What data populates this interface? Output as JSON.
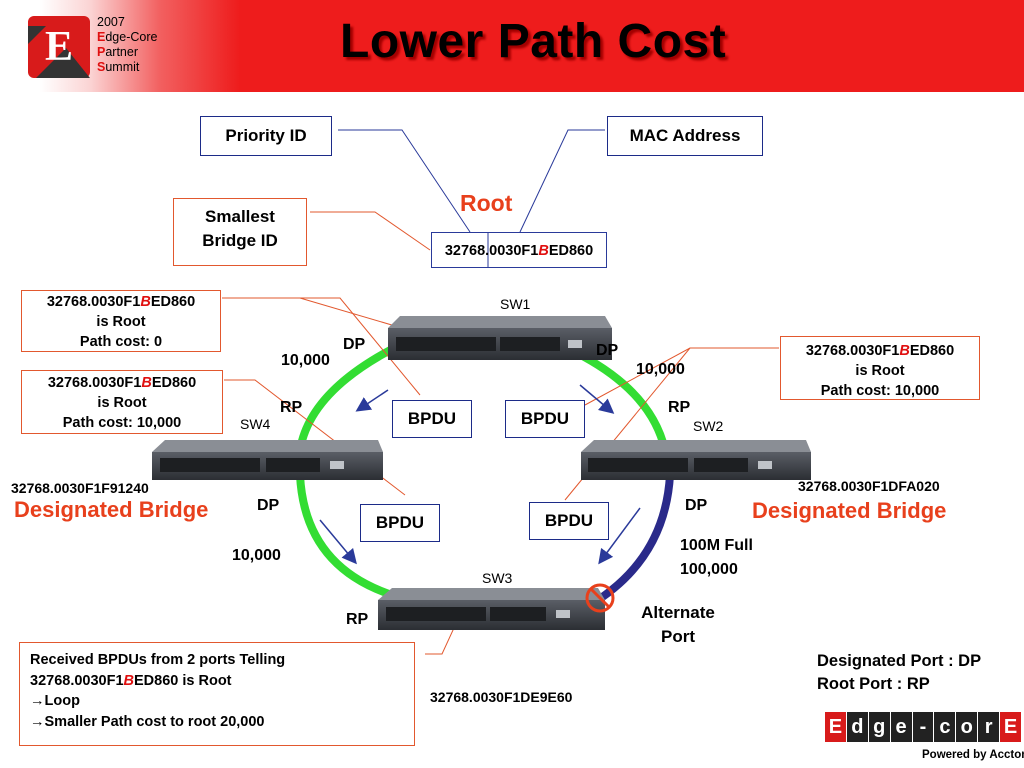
{
  "header": {
    "logo_letter": "E",
    "event_year": "2007",
    "event_lines": [
      {
        "initial": "E",
        "rest": "dge-Core"
      },
      {
        "initial": "P",
        "rest": "artner"
      },
      {
        "initial": "S",
        "rest": "ummit"
      }
    ],
    "title": "Lower Path Cost"
  },
  "root_id": {
    "priority_label": "Priority ID",
    "mac_label": "MAC Address",
    "root_label": "Root",
    "smallest_label_1": "Smallest",
    "smallest_label_2": "Bridge ID",
    "id_pre": "32768.0030F1",
    "id_b": "B",
    "id_post": "ED860"
  },
  "switches": {
    "sw1": "SW1",
    "sw2": "SW2",
    "sw3": "SW3",
    "sw4": "SW4"
  },
  "callouts": {
    "sw1_pre": "32768.0030F1",
    "sw1_b": "B",
    "sw1_post": "ED860",
    "sw1_line2": "is Root",
    "sw1_line3": "Path cost: 0",
    "sw4_pre": "32768.0030F1",
    "sw4_b": "B",
    "sw4_post": "ED860",
    "sw4_line2": "is Root",
    "sw4_line3": "Path cost: 10,000",
    "sw2_pre": "32768.0030F1",
    "sw2_b": "B",
    "sw2_post": "ED860",
    "sw2_line2": "is Root",
    "sw2_line3": "Path cost: 10,000"
  },
  "bridge_ids": {
    "sw4": "32768.0030F1F91240",
    "sw2": "32768.0030F1DFA020",
    "sw3": "32768.0030F1DE9E60"
  },
  "ports": {
    "dp": "DP",
    "rp": "RP"
  },
  "costs": {
    "sw1_sw4": "10,000",
    "sw1_sw2": "10,000",
    "sw4_sw3": "10,000",
    "full_100m": "100M Full",
    "cost_100k": "100,000"
  },
  "bpdu_label": "BPDU",
  "designated_bridge": "Designated Bridge",
  "alternate_port_1": "Alternate",
  "alternate_port_2": "Port",
  "notes": {
    "line1": "Received BPDUs from 2 ports Telling",
    "line2_pre": "32768.0030F1",
    "line2_b": "B",
    "line2_post": "ED860 is Root",
    "line3": "Loop",
    "line4": "Smaller Path cost to root 20,000"
  },
  "legend": {
    "line1": "Designated Port : DP",
    "line2": "Root Port : RP"
  },
  "brand": {
    "letters": [
      "E",
      "d",
      "g",
      "e",
      "-",
      "c",
      "o",
      "r",
      "E"
    ],
    "powered_by": "Powered by Accton"
  },
  "colors": {
    "header_red": "#ee1c1c",
    "ring_green": "#33dd33",
    "ring_blue": "#2a2a8a",
    "callout_border": "#e2582e",
    "label_border": "#1c2b88",
    "accent_orange": "#e8401c"
  }
}
